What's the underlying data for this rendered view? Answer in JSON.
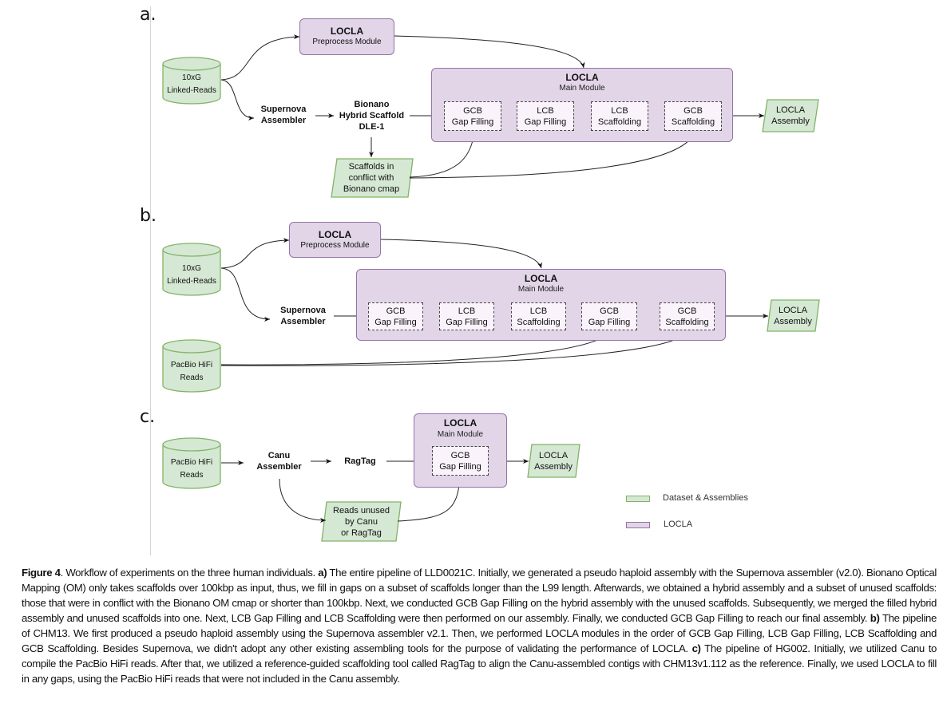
{
  "legend": {
    "items": [
      {
        "label": "Dataset & Assemblies",
        "color": "#d5e8d4",
        "border": "#82b366"
      },
      {
        "label": "LOCLA",
        "color": "#e1d5e7",
        "border": "#9673a6"
      }
    ]
  },
  "colors": {
    "dataset_fill": "#d5e8d4",
    "dataset_stroke": "#82b366",
    "locla_fill": "#e1d5e7",
    "locla_stroke": "#9673a6",
    "step_fill": "#faf3fb"
  },
  "panel_a": {
    "label": "a.",
    "input": {
      "line1": "10xG",
      "line2": "Linked-Reads"
    },
    "preprocess": {
      "title": "LOCLA",
      "subtitle": "Preprocess Module"
    },
    "supernova": {
      "line1": "Supernova",
      "line2": "Assembler"
    },
    "bionano": {
      "line1": "Bionano",
      "line2": "Hybrid Scaffold",
      "line3": "DLE-1"
    },
    "conflict": {
      "line1": "Scaffolds in",
      "line2": "conflict with",
      "line3": "Bionano cmap"
    },
    "main": {
      "title": "LOCLA",
      "subtitle": "Main Module"
    },
    "steps": [
      {
        "line1": "GCB",
        "line2": "Gap Filling"
      },
      {
        "line1": "LCB",
        "line2": "Gap Filling"
      },
      {
        "line1": "LCB",
        "line2": "Scaffolding"
      },
      {
        "line1": "GCB",
        "line2": "Scaffolding"
      }
    ],
    "output": {
      "line1": "LOCLA",
      "line2": "Assembly"
    }
  },
  "panel_b": {
    "label": "b.",
    "input1": {
      "line1": "10xG",
      "line2": "Linked-Reads"
    },
    "input2": {
      "line1": "PacBio HiFi",
      "line2": "Reads"
    },
    "preprocess": {
      "title": "LOCLA",
      "subtitle": "Preprocess Module"
    },
    "supernova": {
      "line1": "Supernova",
      "line2": "Assembler"
    },
    "main": {
      "title": "LOCLA",
      "subtitle": "Main Module"
    },
    "steps": [
      {
        "line1": "GCB",
        "line2": "Gap Filling"
      },
      {
        "line1": "LCB",
        "line2": "Gap Filling"
      },
      {
        "line1": "LCB",
        "line2": "Scaffolding"
      },
      {
        "line1": "GCB",
        "line2": "Gap Filling"
      },
      {
        "line1": "GCB",
        "line2": "Scaffolding"
      }
    ],
    "output": {
      "line1": "LOCLA",
      "line2": "Assembly"
    }
  },
  "panel_c": {
    "label": "c.",
    "input": {
      "line1": "PacBio HiFi",
      "line2": "Reads"
    },
    "canu": {
      "line1": "Canu",
      "line2": "Assembler"
    },
    "ragtag": {
      "line1": "RagTag"
    },
    "unused": {
      "line1": "Reads unused",
      "line2": "by Canu",
      "line3": "or RagTag"
    },
    "main": {
      "title": "LOCLA",
      "subtitle": "Main Module"
    },
    "steps": [
      {
        "line1": "GCB",
        "line2": "Gap Filling"
      }
    ],
    "output": {
      "line1": "LOCLA",
      "line2": "Assembly"
    }
  },
  "caption": {
    "figure_label": "Figure 4",
    "intro": ". Workflow of experiments on the three human individuals. ",
    "a_label": "a)",
    "a_text": " The entire pipeline of LLD0021C. Initially, we generated a pseudo haploid assembly with the Supernova assembler (v2.0). Bionano Optical Mapping (OM) only takes scaffolds over 100kbp as input, thus, we fill in gaps on a subset of scaffolds longer than the L99 length. Afterwards, we obtained a hybrid assembly and a subset of unused scaffolds: those that were in conflict with the Bionano OM cmap or shorter than 100kbp. Next, we conducted GCB Gap Filling on the hybrid assembly with the unused scaffolds. Subsequently, we merged the filled hybrid assembly and unused scaffolds into one. Next, LCB Gap Filling and LCB Scaffolding were then performed on our assembly. Finally, we conducted GCB Gap Filling to reach our final assembly. ",
    "b_label": "b)",
    "b_text": " The pipeline of CHM13. We first produced a pseudo haploid assembly using the Supernova assembler v2.1. Then, we performed LOCLA modules in the order of GCB Gap Filling, LCB Gap Filling, LCB Scaffolding and GCB Scaffolding. Besides Supernova, we didn't adopt any other existing assembling tools for the purpose of validating the performance of LOCLA. ",
    "c_label": "c)",
    "c_text": " The pipeline of HG002. Initially, we utilized Canu to compile the PacBio HiFi reads. After that, we utilized a reference-guided scaffolding tool called RagTag to align the Canu-assembled contigs with CHM13v1.112 as the reference. Finally, we used LOCLA to fill in any gaps, using the PacBio HiFi reads that were not included in the Canu assembly."
  }
}
